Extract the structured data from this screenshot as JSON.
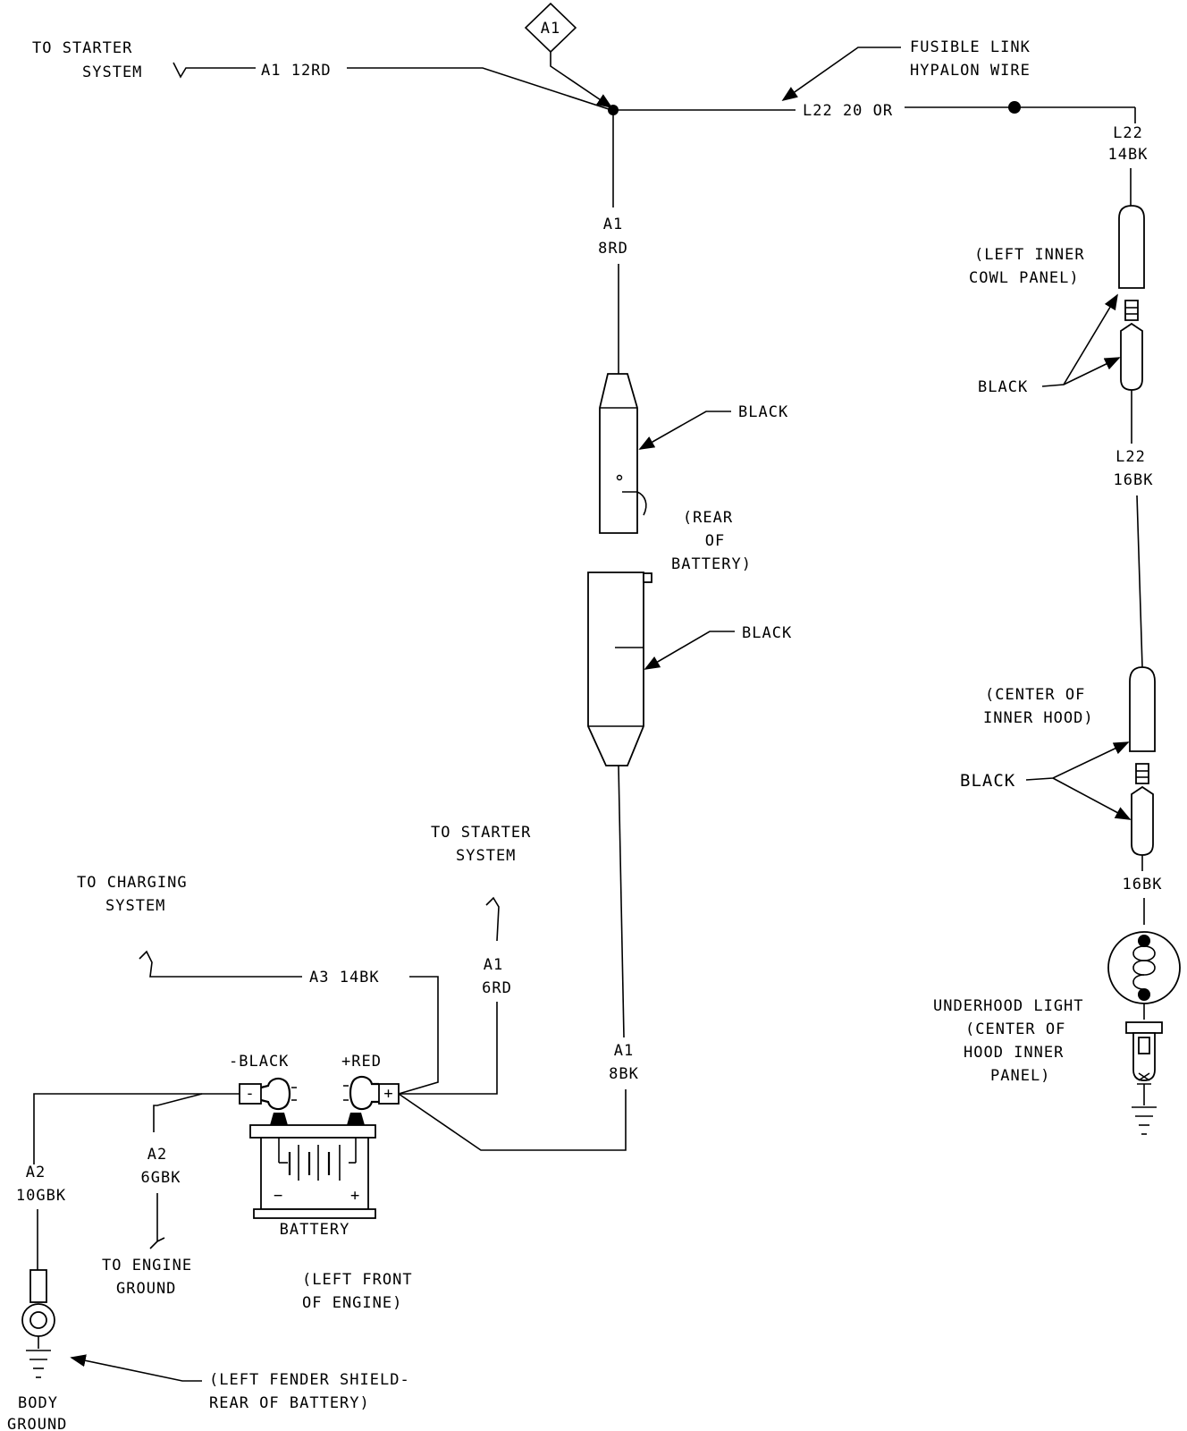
{
  "labels": {
    "a1_diamond": "A1",
    "to_starter_top_1": "TO STARTER",
    "to_starter_top_2": "SYSTEM",
    "wire_a1_12rd": "A1 12RD",
    "fusible_1": "FUSIBLE LINK",
    "fusible_2": "HYPALON WIRE",
    "wire_l22_20or": "L22 20 OR",
    "l22_14bk_1": "L22",
    "l22_14bk_2": "14BK",
    "a1_8rd_1": "A1",
    "a1_8rd_2": "8RD",
    "cowl_1": "(LEFT INNER",
    "cowl_2": "COWL PANEL)",
    "black_conn_upper": "BLACK",
    "black_right_upper": "BLACK",
    "rear_batt_1": "(REAR",
    "rear_batt_2": "OF",
    "rear_batt_3": "BATTERY)",
    "l22_16bk_1": "L22",
    "l22_16bk_2": "16BK",
    "black_conn_lower": "BLACK",
    "center_hood_1": "(CENTER OF",
    "center_hood_2": "INNER HOOD)",
    "black_right_lower": "BLACK",
    "to_starter_mid_1": "TO STARTER",
    "to_starter_mid_2": "SYSTEM",
    "to_charging_1": "TO CHARGING",
    "to_charging_2": "SYSTEM",
    "bk_16": "16BK",
    "wire_a3_14bk": "A3 14BK",
    "a1_6rd_1": "A1",
    "a1_6rd_2": "6RD",
    "underhood_1": "UNDERHOOD LIGHT",
    "underhood_2": "(CENTER OF",
    "underhood_3": "HOOD INNER",
    "underhood_4": "PANEL)",
    "a1_8bk_1": "A1",
    "a1_8bk_2": "8BK",
    "neg_black": "-BLACK",
    "pos_red": "+RED",
    "a2_10gbk_1": "A2",
    "a2_10gbk_2": "10GBK",
    "a2_6gbk_1": "A2",
    "a2_6gbk_2": "6GBK",
    "battery": "BATTERY",
    "to_engine_1": "TO ENGINE",
    "to_engine_2": "GROUND",
    "left_front_1": "(LEFT FRONT",
    "left_front_2": "OF ENGINE)",
    "fender_1": "(LEFT FENDER SHIELD-",
    "fender_2": "REAR OF BATTERY)",
    "body_ground_1": "BODY",
    "body_ground_2": "GROUND",
    "term_neg": "-",
    "term_pos": "+",
    "cell_neg": "−",
    "cell_pos": "+"
  }
}
